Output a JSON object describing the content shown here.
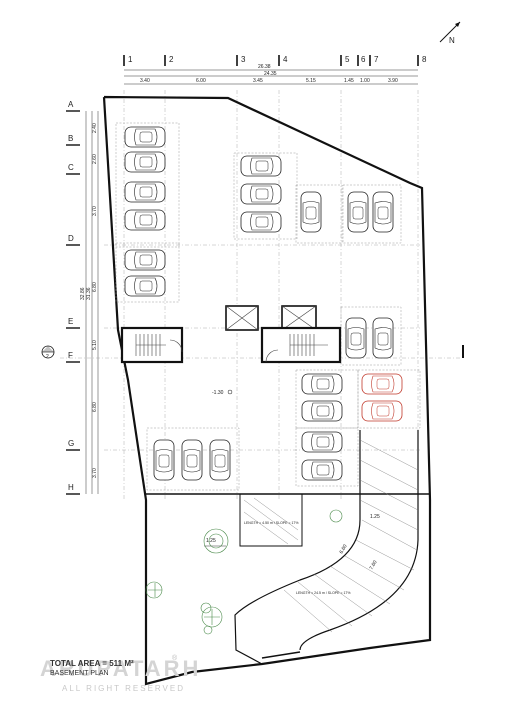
{
  "plan": {
    "north_label": "N",
    "section_marker": "2",
    "column_labels": [
      "1",
      "2",
      "3",
      "4",
      "5",
      "6",
      "7",
      "8"
    ],
    "row_labels": [
      "A",
      "B",
      "C",
      "D",
      "E",
      "F",
      "G",
      "H"
    ],
    "overall_dims": [
      "26.38",
      "24.35"
    ],
    "column_dims": [
      "3.40",
      "6.00",
      "3.45",
      "5.15",
      "1.45",
      "1.00",
      "3.90"
    ],
    "row_dims": [
      "2.40",
      "2.60",
      "3.70",
      "6.80",
      "5.10",
      "6.80",
      "3.70"
    ],
    "overall_vertical_dims": [
      "32.86",
      "31.36"
    ],
    "level_label": "-1.30",
    "ramp_width_label": "1.25",
    "ramp_width_label_2": "1.25",
    "ramp_dim_1": "6.60",
    "ramp_dim_2": "7.60",
    "ramp_note_1": "LENGTH = 4.50 m / SLOPE = 17%",
    "ramp_note_2": "LENGTH = 24.5 m / SLOPE = 17%"
  },
  "title": {
    "line1": "TOTAL AREA = 511 M²",
    "line2": "BASEMENT PLAN"
  },
  "watermark": {
    "brand": "ARUPATARH",
    "tagline": "ALL RIGHT RESERVED",
    "registered": "®"
  }
}
